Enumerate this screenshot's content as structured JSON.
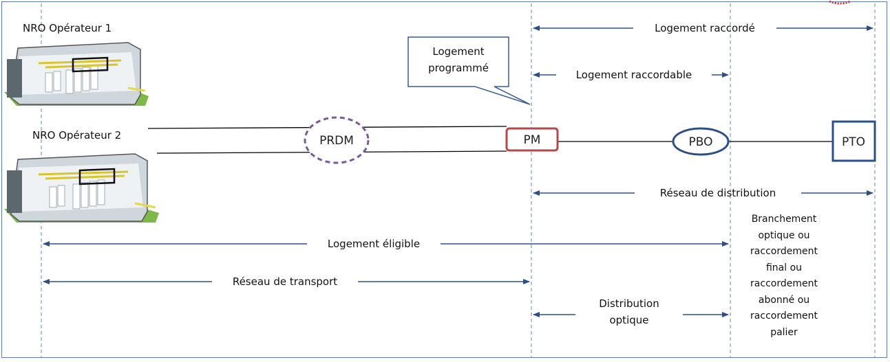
{
  "nro": {
    "op1": "NRO Opérateur 1",
    "op2": "NRO Opérateur 2"
  },
  "nodes": {
    "prdm": "PRDM",
    "pm": "PM",
    "pbo": "PBO",
    "pto": "PTO"
  },
  "callout": {
    "line1": "Logement",
    "line2": "programmé"
  },
  "spans": {
    "raccorde": "Logement raccordé",
    "raccordable": "Logement raccordable",
    "distribution": "Réseau de distribution",
    "eligible": "Logement éligible",
    "transport": "Réseau de transport",
    "distribution_optique_1": "Distribution",
    "distribution_optique_2": "optique"
  },
  "branchement": [
    "Branchement",
    "optique ou",
    "raccordement",
    "final ou",
    "raccordement",
    "abonné ou",
    "raccordement",
    "palier"
  ],
  "colors": {
    "arrow": "#2f4f82",
    "guide": "#6a86b3",
    "pm_border": "#b34a4a",
    "pbo_border": "#2d4f88",
    "pto_border": "#2d4f88",
    "prdm_border": "#7b5a9a",
    "callout_border": "#3b5b8f"
  }
}
